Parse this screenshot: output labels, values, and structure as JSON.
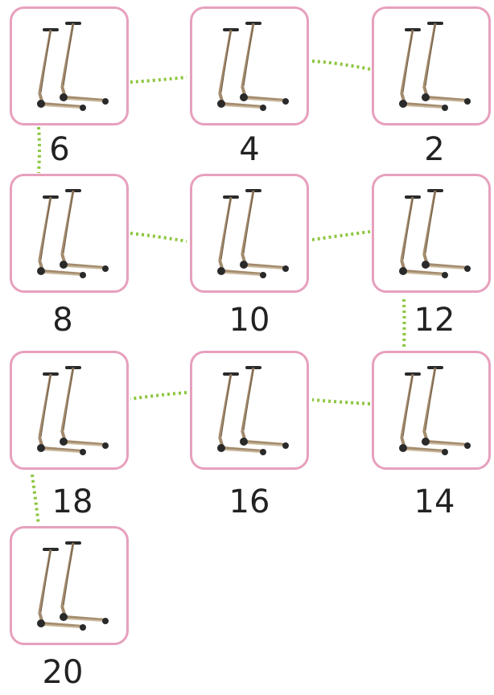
{
  "colors": {
    "tile_border": "#e7a0bd",
    "connector": "#8dc63f",
    "scooter_frame": "#a38b6d",
    "scooter_dark": "#2a2a2a"
  },
  "icon": "scooter-pair-icon",
  "tiles": [
    {
      "label": "6"
    },
    {
      "label": "4"
    },
    {
      "label": "2"
    },
    {
      "label": "8"
    },
    {
      "label": "10"
    },
    {
      "label": "12"
    },
    {
      "label": "18"
    },
    {
      "label": "16"
    },
    {
      "label": "14"
    },
    {
      "label": "20"
    }
  ]
}
